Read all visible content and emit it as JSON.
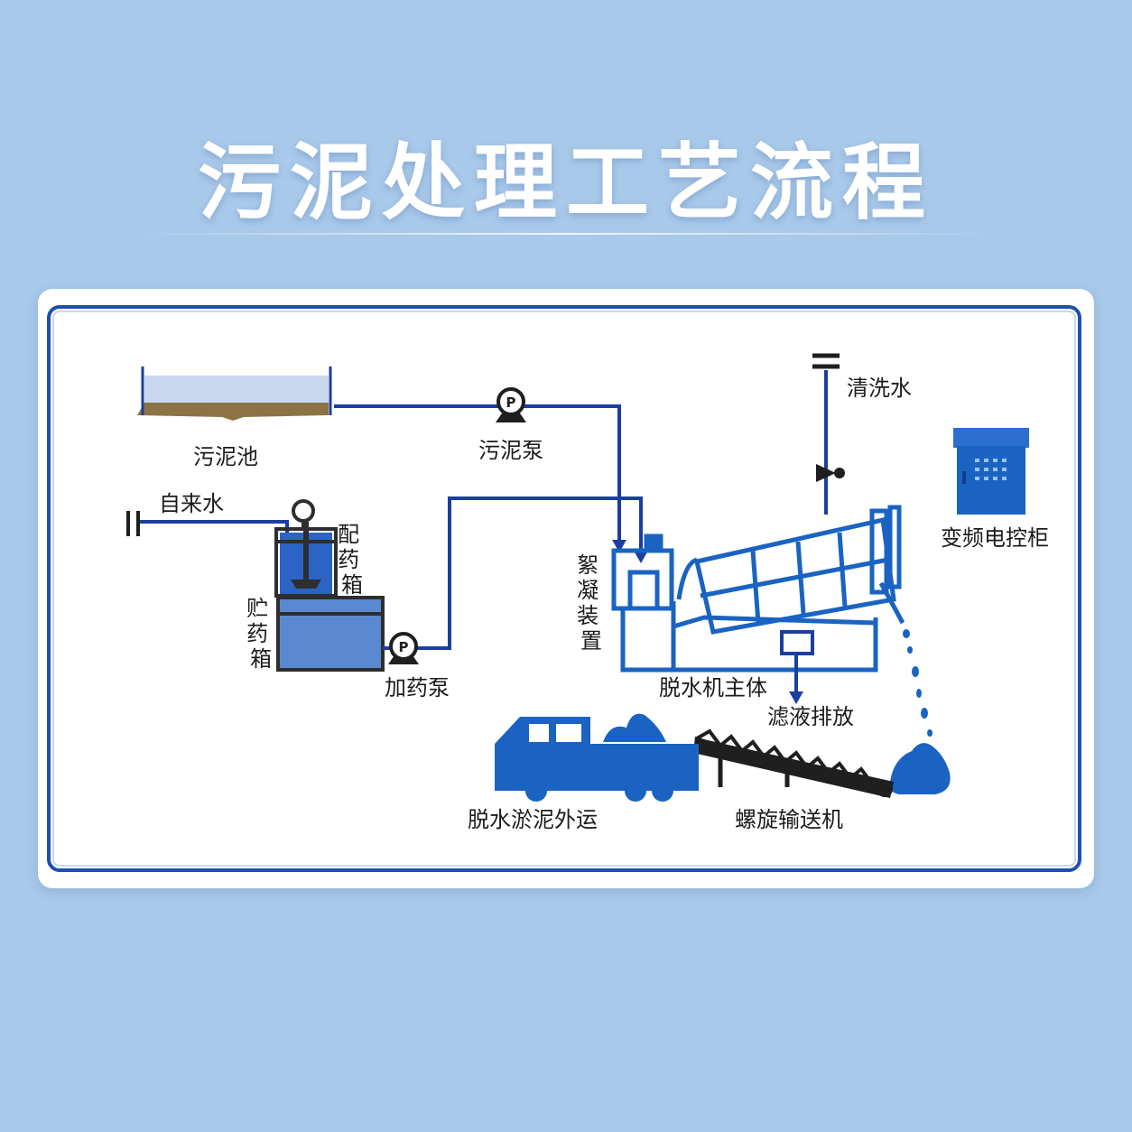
{
  "title": "污泥处理工艺流程",
  "labels": {
    "sludge_tank": "污泥池",
    "sludge_pump": "污泥泵",
    "tap_water": "自来水",
    "mixing_tank": "配药箱",
    "storage_tank": "贮药箱",
    "dosing_pump": "加药泵",
    "flocculation": "絮凝装置",
    "dewatering_body": "脱水机主体",
    "filtrate": "滤液排放",
    "wash_water": "清洗水",
    "vfd_cabinet": "变频电控柜",
    "sludge_transport": "脱水淤泥外运",
    "screw_conveyor": "螺旋输送机",
    "pump_mark": "P"
  },
  "colors": {
    "background": "#a9c9ea",
    "pipe": "#1b3fa0",
    "equipment": "#1a63c2",
    "sludge": "#8c7346",
    "tank_water": "#c9d8ef"
  }
}
